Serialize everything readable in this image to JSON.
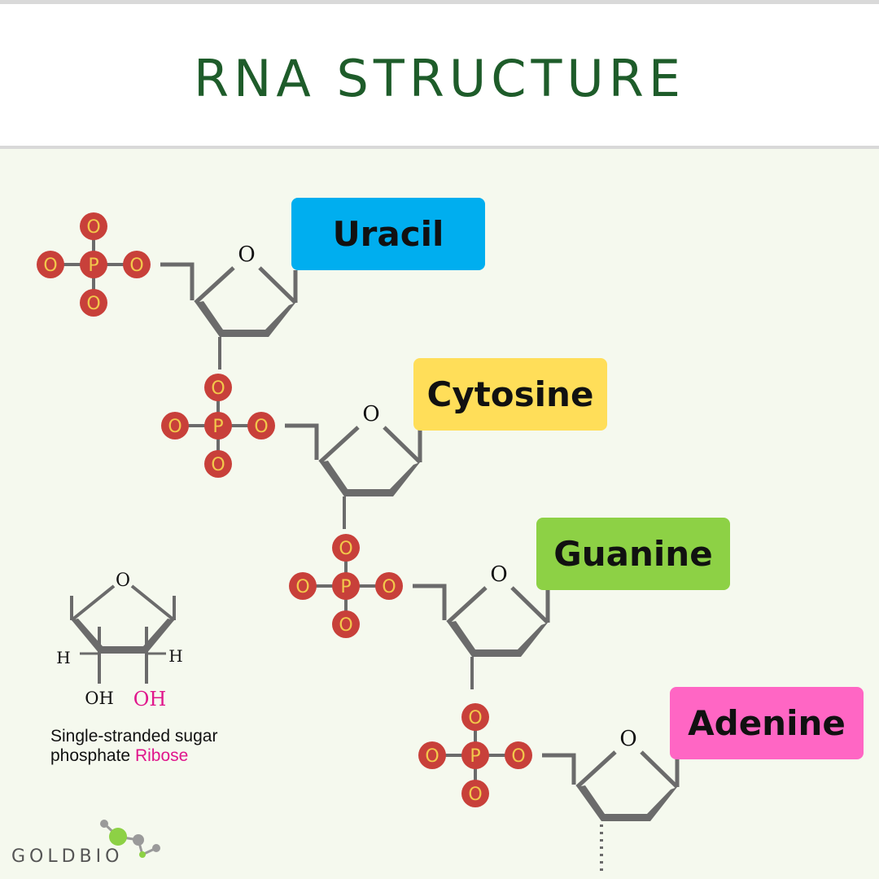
{
  "title": "RNA STRUCTURE",
  "colors": {
    "title": "#1e5c2a",
    "backbone": "#6b6b6b",
    "phosphate_fill": "#c8403a",
    "phosphate_text": "#f2c84b",
    "uracil": "#00aeef",
    "cytosine": "#ffde59",
    "guanine": "#8dd145",
    "adenine": "#ff66c4",
    "ribose_accent": "#e0168c",
    "logo_green": "#8dd145",
    "logo_gray": "#999999"
  },
  "phosphate": {
    "center_atom": "P",
    "oxygen_atom": "O"
  },
  "sugar_ring_oxygen": "O",
  "nucleotides": [
    {
      "base": "Uracil",
      "color_key": "uracil"
    },
    {
      "base": "Cytosine",
      "color_key": "cytosine"
    },
    {
      "base": "Guanine",
      "color_key": "guanine"
    },
    {
      "base": "Adenine",
      "color_key": "adenine"
    }
  ],
  "legend": {
    "ring_oxygen": "O",
    "h_left": "H",
    "h_right": "H",
    "oh_left": "OH",
    "oh_right": "OH",
    "caption_part1": "Single-stranded sugar phosphate",
    "caption_accent": "Ribose"
  },
  "logo": {
    "text": "GOLDBIO"
  }
}
